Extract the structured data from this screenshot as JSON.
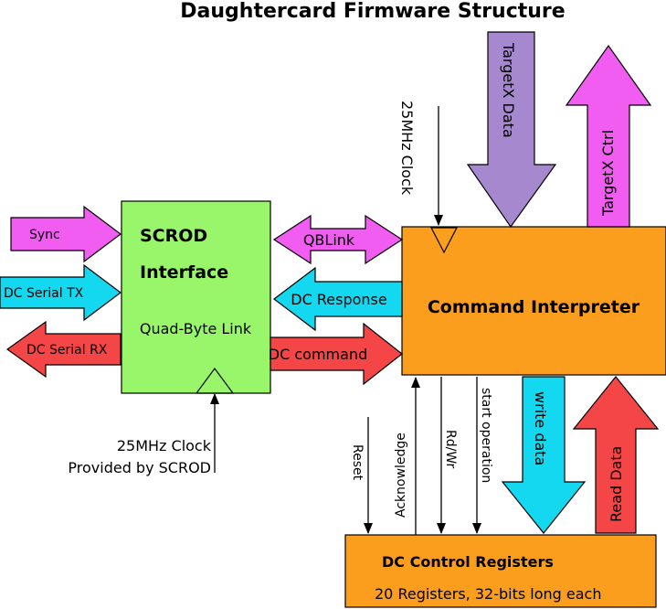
{
  "title": "Daughtercard Firmware Structure",
  "colors": {
    "scrod": "#99f56a",
    "orange": "#fb9e1e",
    "magenta": "#f15df1",
    "cyan": "#14d8f0",
    "red": "#f44646",
    "purple": "#a688ce"
  },
  "scrod": {
    "title_line1": "SCROD",
    "title_line2": "Interface",
    "subtitle": "Quad-Byte Link",
    "clock_line1": "25MHz Clock",
    "clock_line2": "Provided by SCROD"
  },
  "cmd": {
    "title": "Command Interpreter",
    "clock": "25MHz Clock"
  },
  "regs": {
    "title": "DC Control Registers",
    "subtitle": "20 Registers, 32-bits long each"
  },
  "arrows": {
    "sync": "Sync",
    "serial_tx": "DC Serial TX",
    "serial_rx": "DC Serial RX",
    "qblink": "QBLink",
    "dc_response": "DC Response",
    "dc_command": "DC command",
    "targetx_data": "TargetX Data",
    "targetx_ctrl": "TargetX Ctrl",
    "write_data": "write data",
    "read_data": "Read Data"
  },
  "signals": {
    "reset": "Reset",
    "acknowledge": "Acknowledge",
    "rdwr": "Rd/Wr",
    "start_operation": "start operation"
  }
}
